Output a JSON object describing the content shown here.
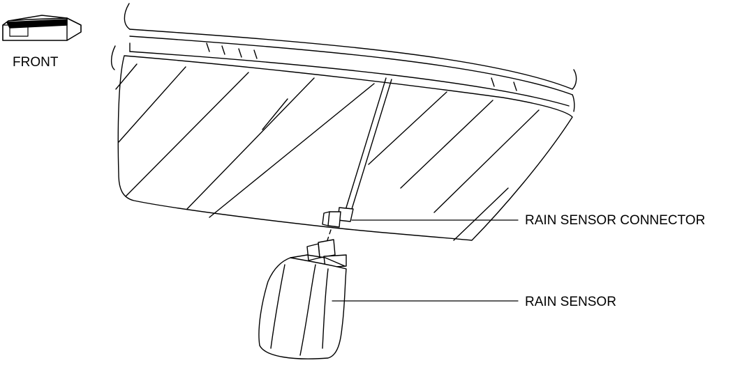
{
  "front_label": "FRONT",
  "callouts": {
    "connector": "RAIN SENSOR CONNECTOR",
    "sensor": "RAIN SENSOR"
  },
  "colors": {
    "ink": "#000000",
    "background": "#ffffff"
  }
}
